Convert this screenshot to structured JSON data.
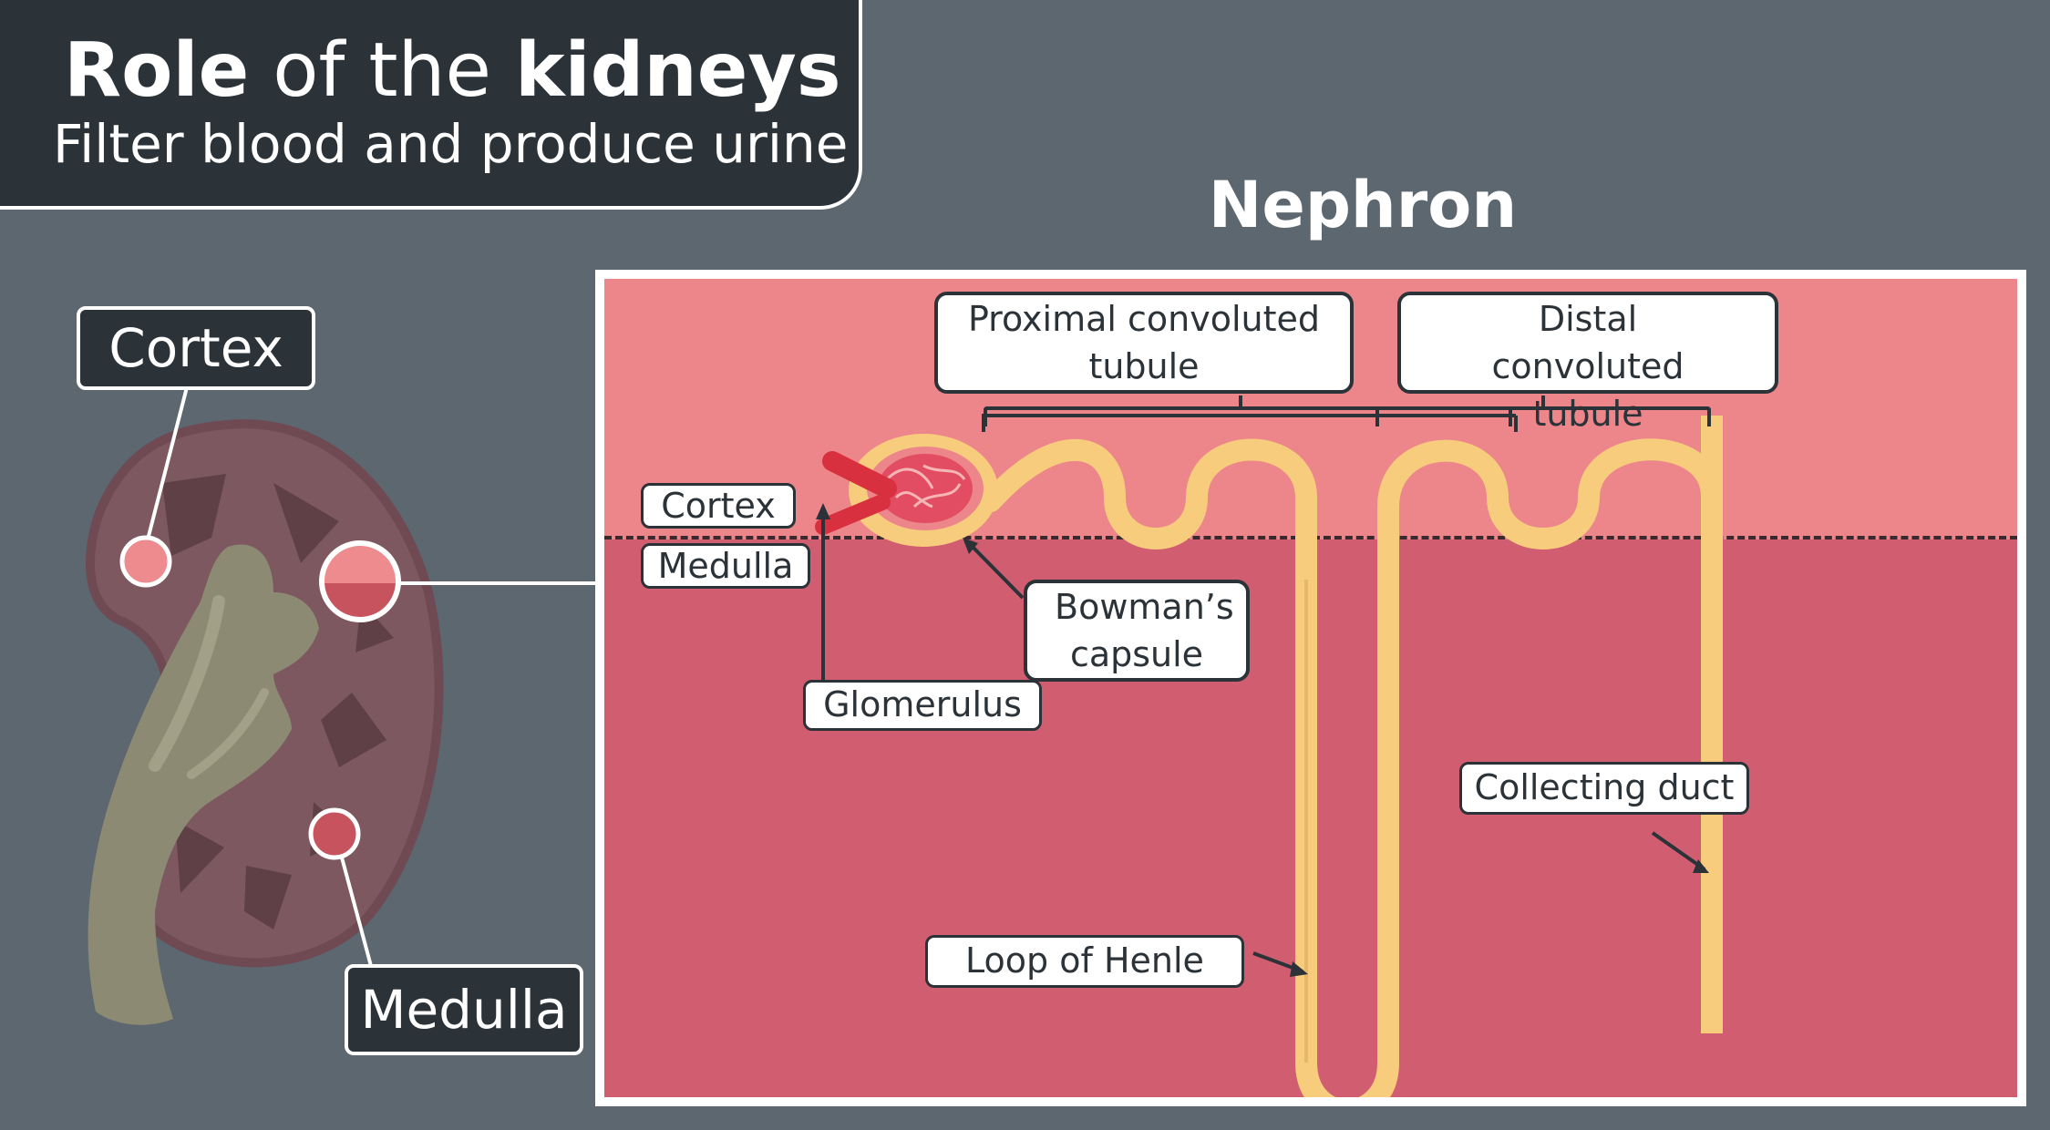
{
  "title": {
    "part1": "Role",
    "part2": " of the ",
    "part3": "kidneys",
    "subtitle": "Filter blood and produce urine"
  },
  "kidney_labels": {
    "cortex": "Cortex",
    "medulla": "Medulla"
  },
  "nephron": {
    "title": "Nephron",
    "zones": {
      "cortex": "Cortex",
      "medulla": "Medulla"
    },
    "labels": {
      "proximal": "Proximal convoluted tubule",
      "distal": "Distal convoluted tubule",
      "bowmans": "Bowman’s capsule",
      "glomerulus": "Glomerulus",
      "loop": "Loop of Henle",
      "collecting": "Collecting duct"
    }
  },
  "colors": {
    "background": "#5c6770",
    "dark_panel": "#2b3238",
    "cortex_zone": "#ed868b",
    "medulla_zone": "#d15d70",
    "tubule": "#f7cd7d",
    "kidney_body": "#7d5860",
    "ureter": "#8c8a72"
  }
}
